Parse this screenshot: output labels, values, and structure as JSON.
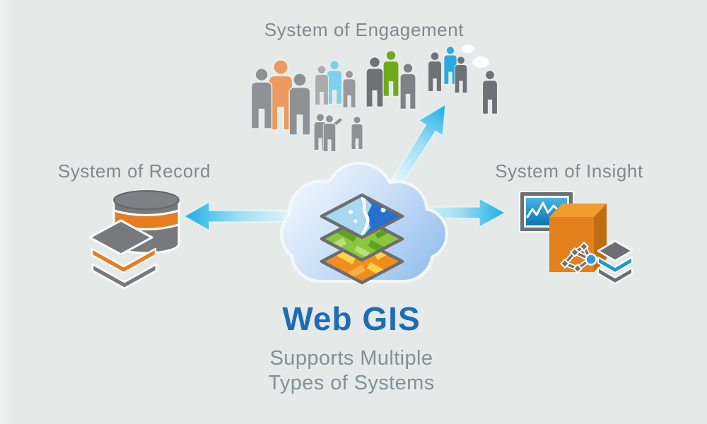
{
  "diagram": {
    "title": "Web GIS",
    "subtitle_lines": [
      "Supports Multiple",
      "Types of Systems"
    ],
    "nodes": {
      "engagement": {
        "label": "System of Engagement",
        "icon": "people-crowd-icon"
      },
      "record": {
        "label": "System of Record",
        "icon": "database-layers-icon"
      },
      "insight": {
        "label": "System of Insight",
        "icon": "monitor-cube-network-layers-icon"
      }
    },
    "center": {
      "icon": "cloud-map-layers-icon"
    },
    "arrows": [
      "cloud-to-record",
      "cloud-to-engagement",
      "cloud-to-insight"
    ],
    "colors": {
      "background": "#e5eae9",
      "title_blue": "#1d6cb5",
      "label_gray": "#84888b",
      "subtitle_gray": "#858f97",
      "arrow_cyan": "#1caee5",
      "cloud_blue": "#92bcec",
      "orange": "#e8821e",
      "green": "#6faa1d",
      "sky_blue": "#7fd0eb",
      "people_gray": "#8e9294",
      "dark_gray": "#6d7073",
      "map_blue": "#2471ce",
      "map_green": "#8cc63f",
      "map_orange": "#ef8e1d"
    }
  }
}
